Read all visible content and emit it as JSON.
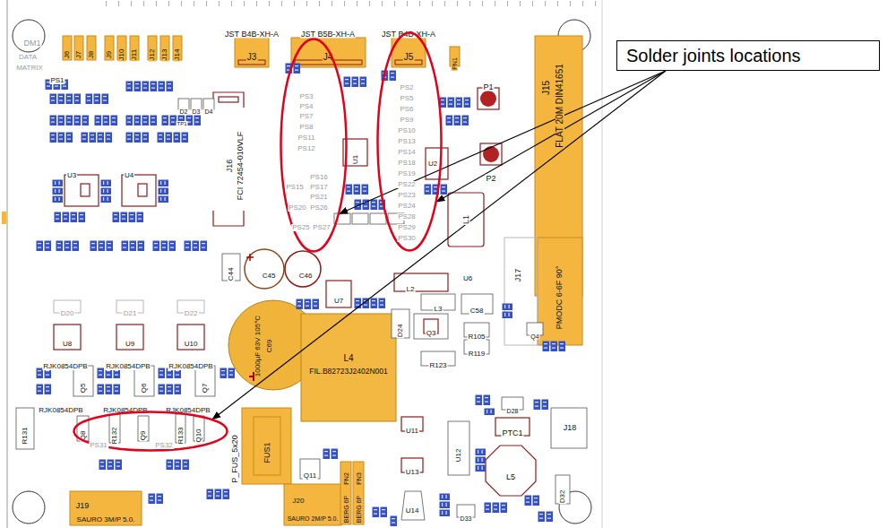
{
  "diagram": {
    "nodes": [
      {
        "text": [
          "Solder joints locations"
        ]
      },
      {
        "text": [
          "PS3",
          "PS4",
          "PS7",
          "PS8",
          "PS11",
          "PS12",
          "PS16",
          "PS15",
          "PS17",
          "PS21",
          "PS20",
          "PS26",
          "PS25",
          "PS27"
        ]
      },
      {
        "text": [
          "PS2",
          "PS5",
          "PS6",
          "PS9",
          "PS10",
          "PS13",
          "PS14",
          "PS18",
          "PS19",
          "PS22",
          "PS23",
          "PS24",
          "PS28",
          "PS29",
          "PS30"
        ]
      },
      {
        "text": [
          "PS31",
          "PS32"
        ]
      }
    ],
    "edges": [
      {
        "from": 0,
        "to": 2,
        "arrow": "to"
      },
      {
        "from": 0,
        "to": 1,
        "arrow": "to"
      },
      {
        "from": 0,
        "to": 3,
        "arrow": "to"
      }
    ],
    "labels": [
      "DM1",
      "DATA",
      "MATRIX",
      "J6",
      "J7",
      "J8",
      "J9",
      "J10",
      "J11",
      "J12",
      "J13",
      "J14",
      "JST B4B-XH-A",
      "J3",
      "JST B5B-XH-A",
      "J4",
      "JST B4B-XH-A",
      "J5",
      "PN1",
      "P1",
      "P2",
      "J15",
      "FLAT 20M DIN41651",
      "PS1",
      "D2",
      "D3",
      "D4",
      "TP1",
      "J16",
      "FCI 72454-010VLF",
      "U3",
      "U4",
      "U1",
      "U2",
      "L1",
      "L2",
      "U6",
      "U7",
      "C44",
      "C45",
      "C46",
      "L3",
      "C58",
      "J17",
      "PMODC 6-6F 90°",
      "D20",
      "D21",
      "D22",
      "U8",
      "U9",
      "U10",
      "1000µF 63V 105°C",
      "C69",
      "L4",
      "FIL.B82723J2402N001",
      "D24",
      "Q3",
      "R105",
      "R119",
      "R123",
      "Q4",
      "RJK0854DPB",
      "RJK0854DPB",
      "RJK0854DPB",
      "Q5",
      "Q6",
      "Q7",
      "RJK0854DPB",
      "RJK0854DPB",
      "RJK0854DPB",
      "R131",
      "Q8",
      "R132",
      "Q9",
      "R133",
      "Q10",
      "D28",
      "PTC1",
      "J18",
      "U11",
      "U12",
      "U13",
      "L5",
      "P_FUS_5x20",
      "FUS1",
      "Q11",
      "D32",
      "PN2",
      "BERG 6P",
      "PN3",
      "BERG 6P",
      "U14",
      "D33",
      "J19",
      "SAURO 3M/P 5.0.",
      "J20",
      "SAURO 2M/P 5.0."
    ]
  }
}
